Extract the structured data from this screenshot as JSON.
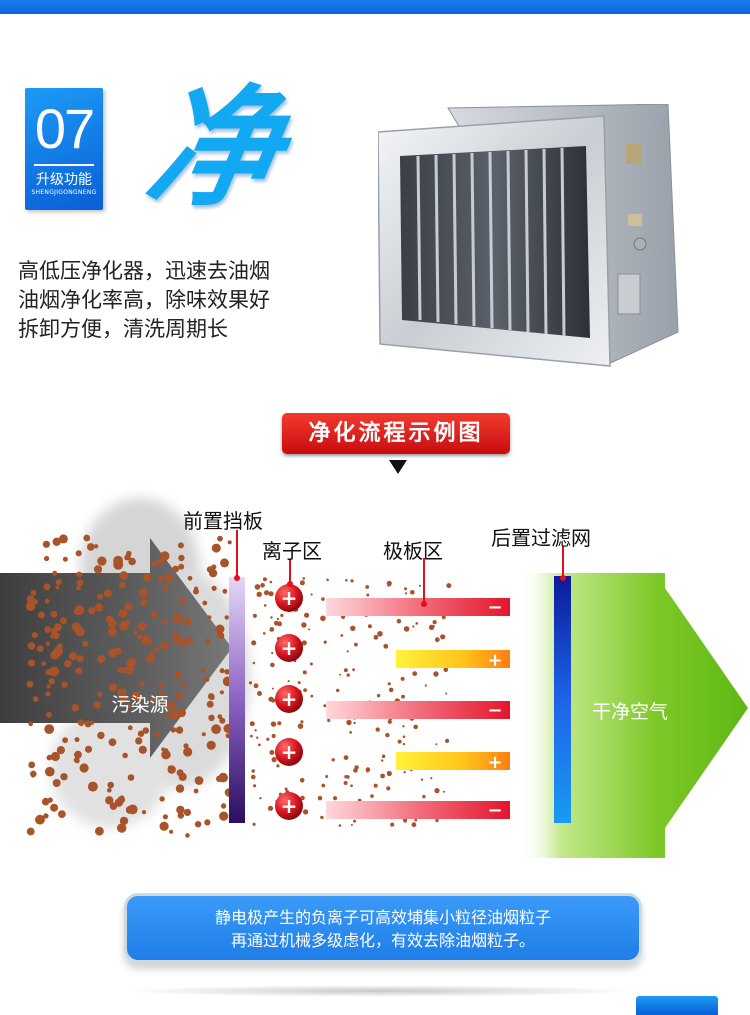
{
  "badge": {
    "number": "07",
    "label_cn": "升级功能",
    "label_en": "SHENGJIGONGNENG"
  },
  "big_char": "净",
  "description": [
    "高低压净化器，迅速去油烟",
    "油烟净化率高，除味效果好",
    "拆卸方便，清洗周期长"
  ],
  "section_title": "净化流程示例图",
  "diagram": {
    "source_label": "污染源",
    "clean_label": "干净空气",
    "front_baffle": "前置挡板",
    "ion_zone": "离子区",
    "plate_zone": "极板区",
    "rear_filter": "后置过滤网",
    "plus": "+",
    "minus": "−"
  },
  "info": [
    "静电极产生的负离子可高效埔集小粒径油烟粒子",
    "再通过机械多级虑化，有效去除油烟粒子。"
  ],
  "colors": {
    "blue": "#0d62d8",
    "red": "#d8141a",
    "green": "#6ec41c"
  }
}
